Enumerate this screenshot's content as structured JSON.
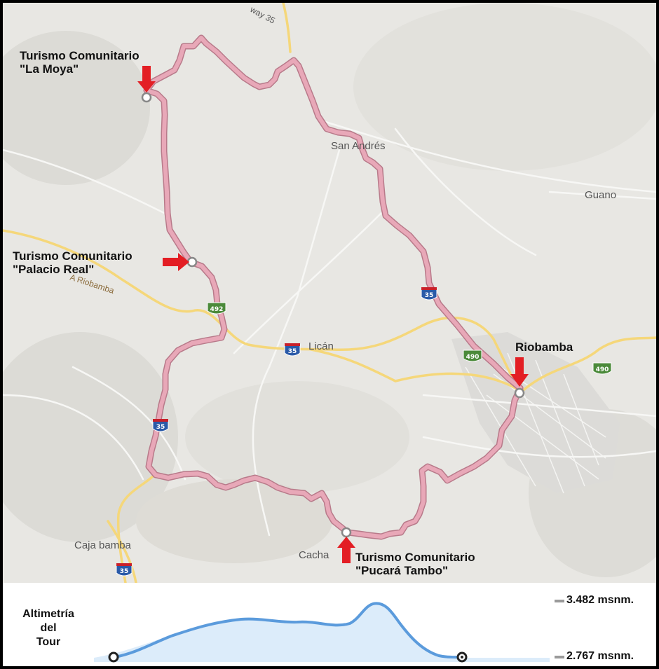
{
  "map": {
    "places": {
      "san_andres": "San Andrés",
      "guano": "Guano",
      "lican": "Licán",
      "caja_bamba": "Caja bamba",
      "cacha": "Cacha",
      "a_riobamba": "A Riobamba",
      "highway_top": "way 35"
    },
    "shields": {
      "i35": "35",
      "r492": "492",
      "r490": "490"
    },
    "callouts": {
      "la_moya": {
        "line1": "Turismo Comunitario",
        "line2": "\"La Moya\""
      },
      "palacio_real": {
        "line1": "Turismo Comunitario",
        "line2": "\"Palacio Real\""
      },
      "riobamba": {
        "line1": "Riobamba"
      },
      "pucara_tambo": {
        "line1": "Turismo Comunitario",
        "line2": "\"Pucará Tambo\""
      }
    },
    "colors": {
      "background": "#e8e7e3",
      "route": "#e8a8b8",
      "route_edge": "#b87a8a",
      "arrow": "#e31e24",
      "highway": "#f5d77a",
      "interstate_shield": "#2a5aa8",
      "green_shield": "#4b8a3a"
    }
  },
  "profile": {
    "title_line1": "Altimetría",
    "title_line2": "del",
    "title_line3": "Tour",
    "max_label": "3.482 msnm.",
    "min_label": "2.767 msnm.",
    "colors": {
      "fill": "#dcecfa",
      "line": "#5b9bdc"
    }
  }
}
